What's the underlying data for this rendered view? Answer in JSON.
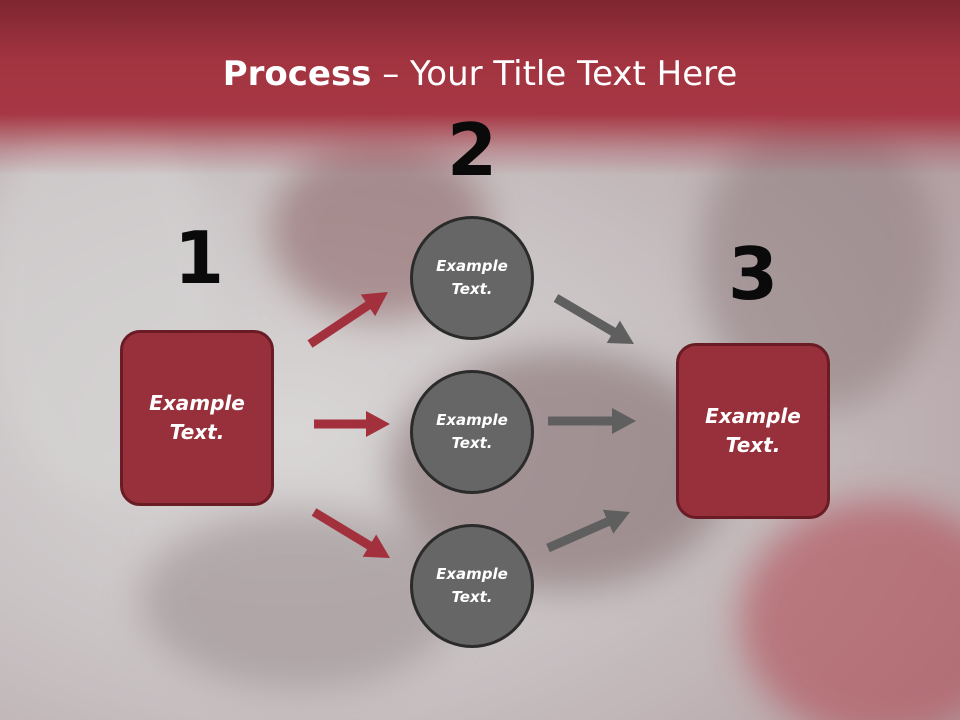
{
  "title": {
    "bold": "Process",
    "rest": " – Your Title Text Here"
  },
  "steps": {
    "one": {
      "number": "1",
      "label": "Example Text."
    },
    "two": {
      "number": "2",
      "nodes": [
        "Example Text.",
        "Example Text.",
        "Example Text."
      ]
    },
    "three": {
      "number": "3",
      "label": "Example Text."
    }
  },
  "colors": {
    "header": "#a73744",
    "box_fill": "#98303b",
    "circle_fill": "#666666",
    "arrow_red": "#a3313d",
    "arrow_gray": "#5f5f5f"
  }
}
